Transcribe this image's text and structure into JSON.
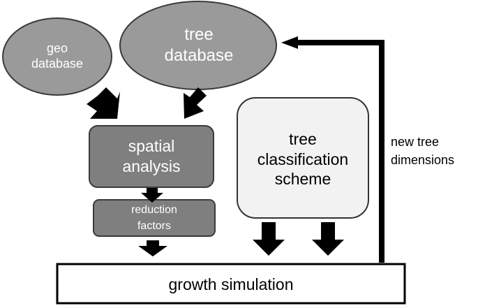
{
  "diagram": {
    "nodes": {
      "geo_database": "geo\ndatabase",
      "tree_database": "tree\ndatabase",
      "spatial_analysis": "spatial\nanalysis",
      "reduction_factors": "reduction\nfactors",
      "tree_classification_scheme": "tree\nclassification\nscheme",
      "growth_simulation": "growth simulation"
    },
    "feedback_label": "new tree\ndimensions",
    "colors": {
      "ellipse_fill": "#9a9a9a",
      "box_fill": "#7f7f7f",
      "scheme_fill": "#f2f2f2",
      "arrow": "#000000",
      "growth_fill": "#ffffff"
    }
  }
}
